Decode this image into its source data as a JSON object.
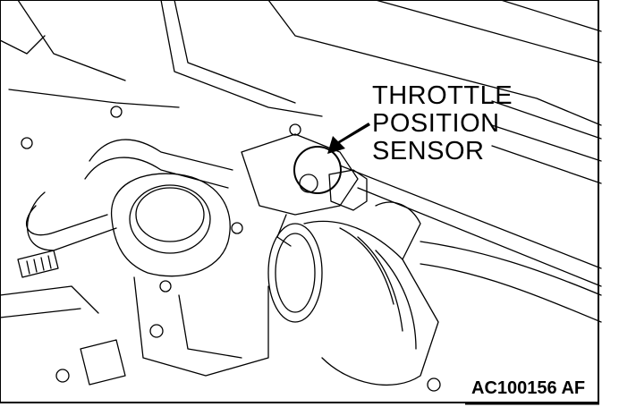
{
  "callout": {
    "line1": "THROTTLE",
    "line2": "POSITION",
    "line3": "SENSOR"
  },
  "figure_code": "AC100156 AF",
  "colors": {
    "ink": "#000000",
    "background": "#ffffff"
  }
}
